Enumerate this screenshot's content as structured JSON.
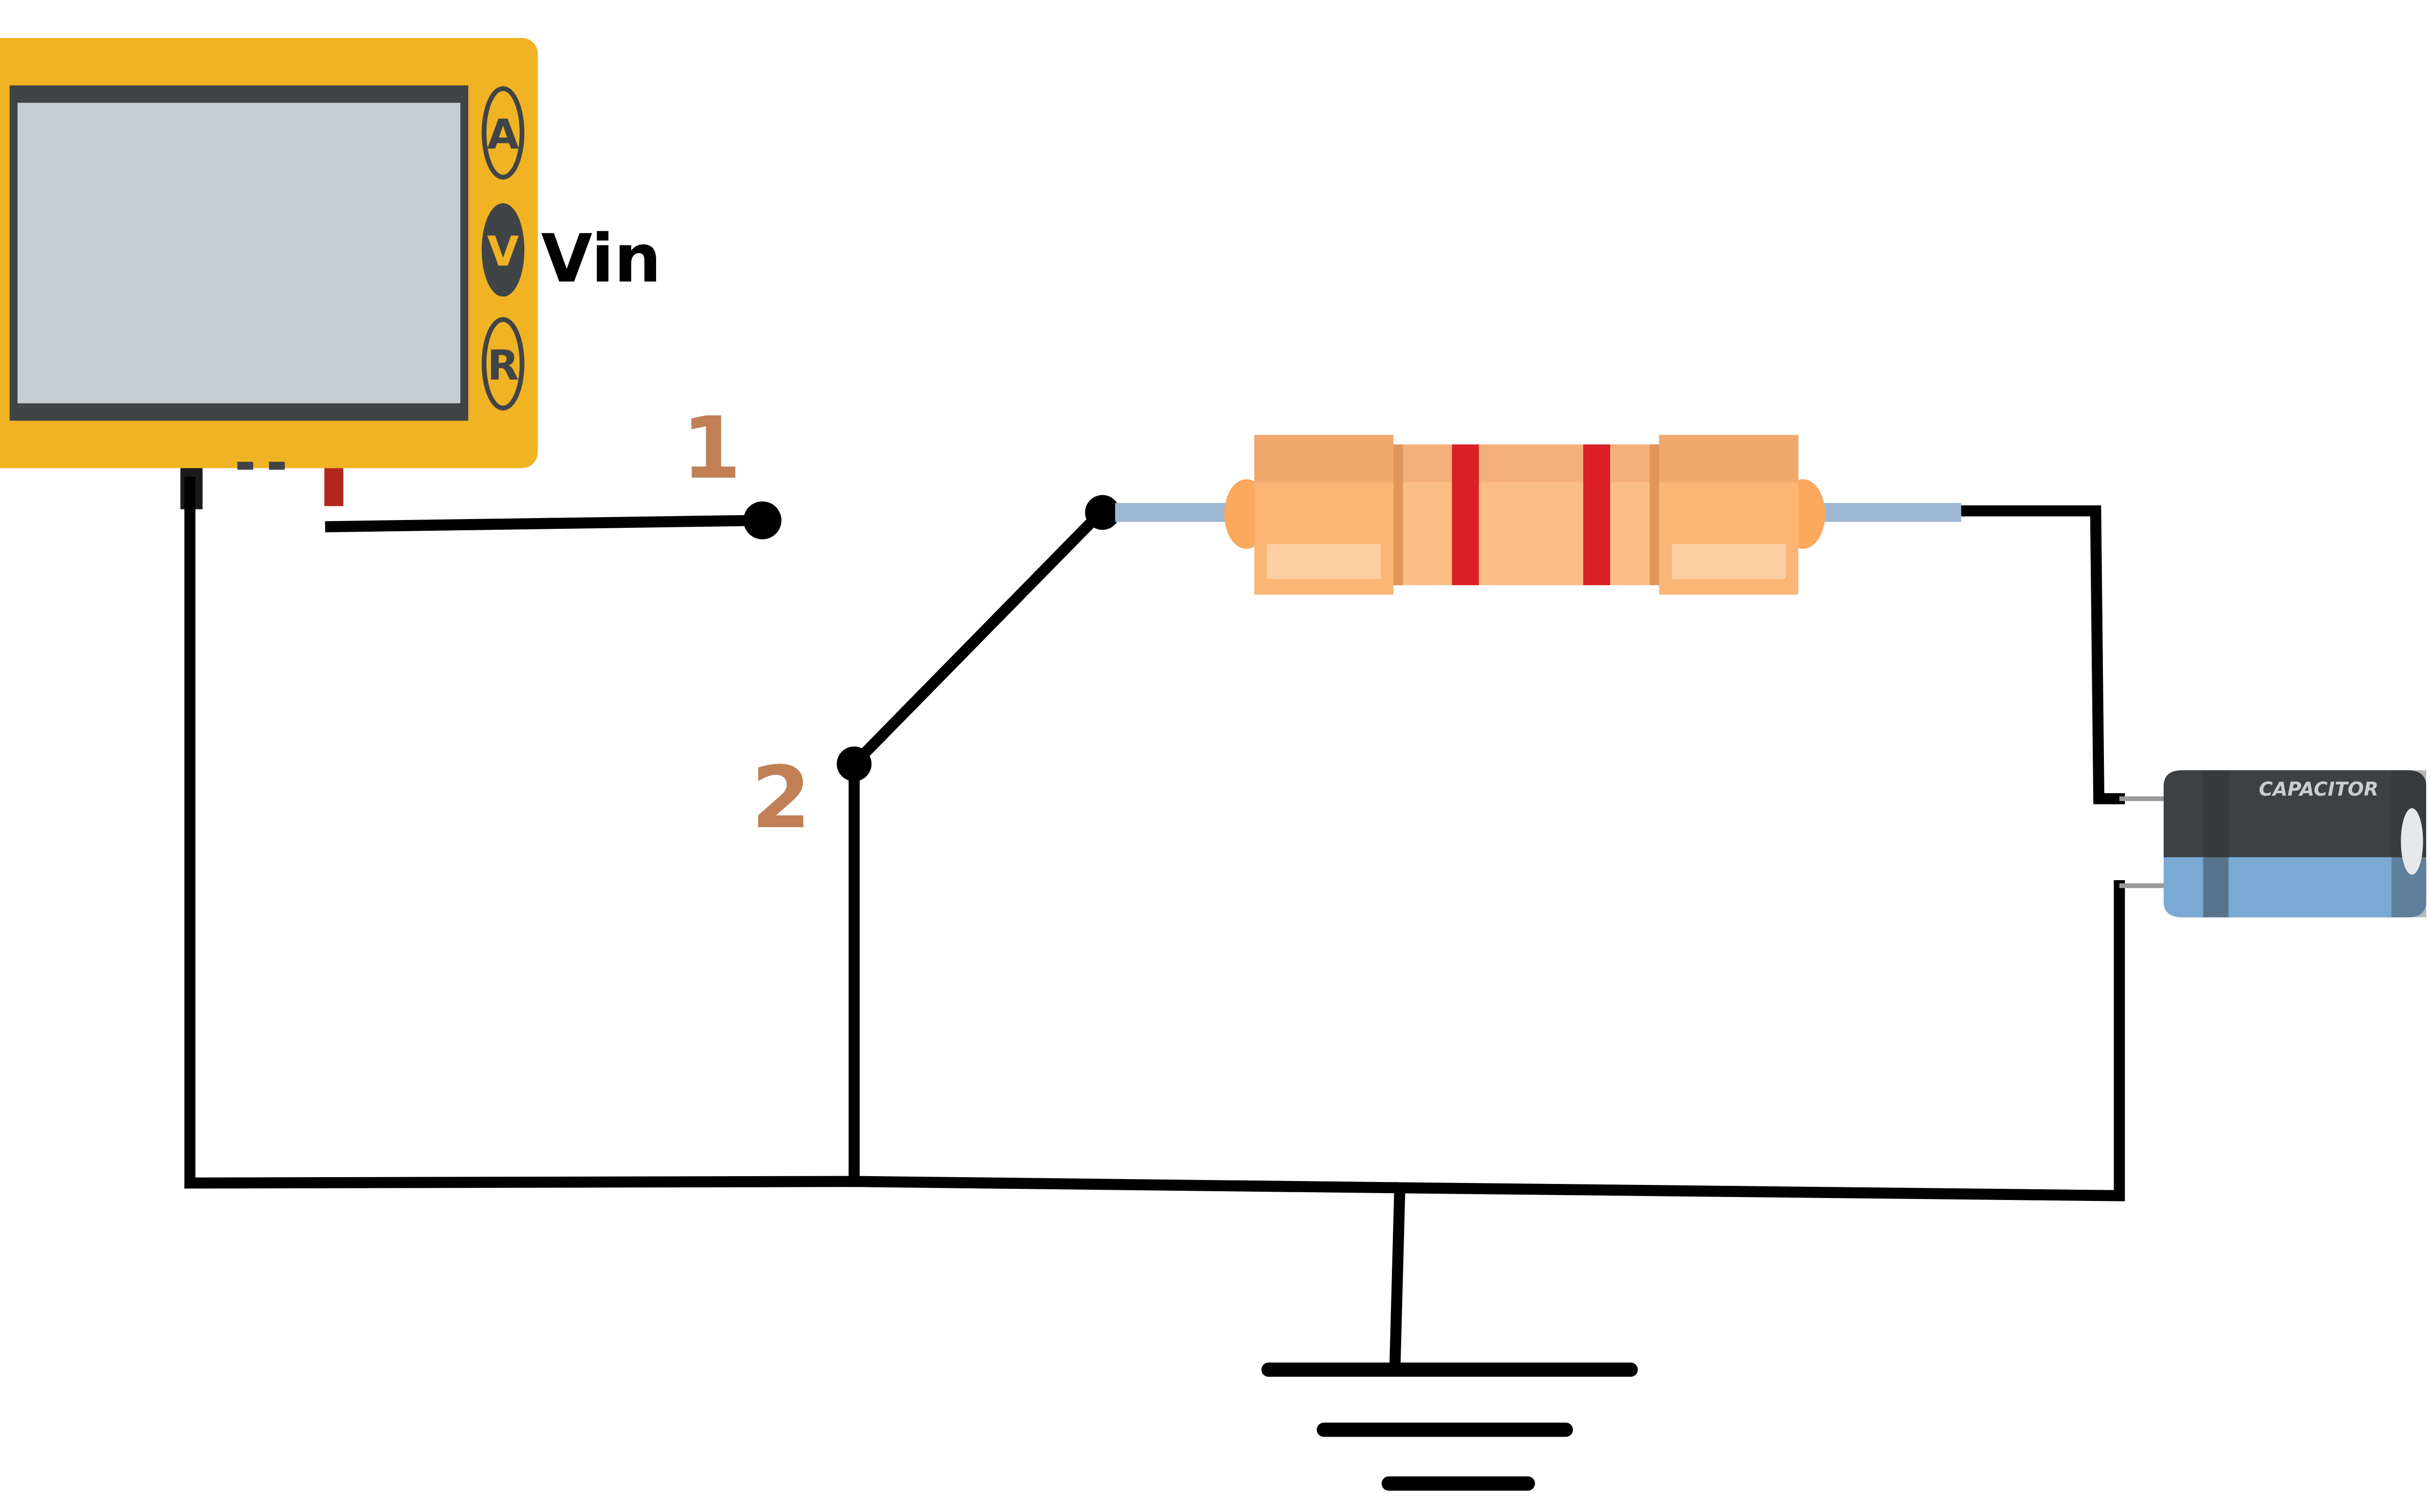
{
  "labels": {
    "vin": "Vin",
    "switch_pos_1": "1",
    "switch_pos_2": "2"
  },
  "meter": {
    "buttons": [
      "A",
      "V",
      "R"
    ],
    "selected_button": "V",
    "body_color": "#f0b323",
    "screen_color": "#c5ced1",
    "frame_color": "#3f4447"
  },
  "capacitor": {
    "marking": "CAPACITOR",
    "body_color": "#3d4144",
    "sleeve_color": "#7aaad4"
  },
  "resistor": {
    "body_color": "#fbb577",
    "band_color": "#d92027",
    "band_count": 2,
    "lead_color": "#9fb8d3"
  },
  "colors": {
    "wire": "#000000",
    "switch_label": "#c07f55",
    "vin_label": "#000000"
  }
}
